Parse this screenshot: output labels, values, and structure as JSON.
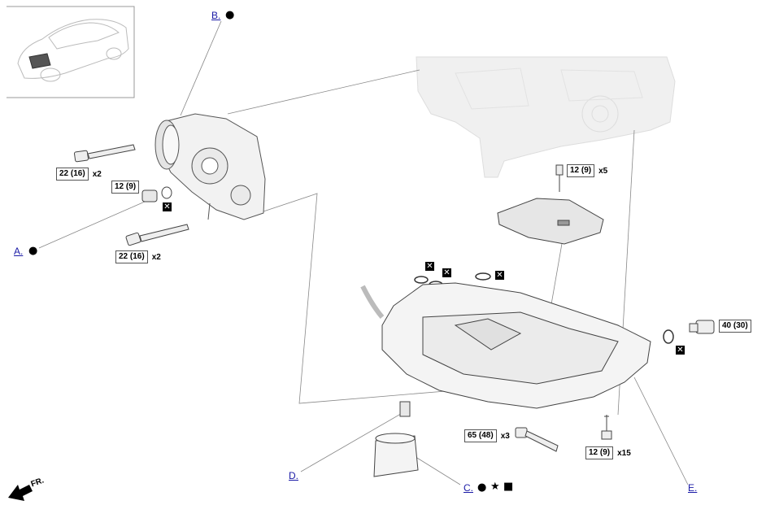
{
  "callouts": {
    "a": "A.",
    "b": "B.",
    "c": "C.",
    "d": "D.",
    "e": "E."
  },
  "torques": {
    "compressor_bolt_upper": {
      "value": "22 (16)",
      "qty": "x2"
    },
    "compressor_plug": {
      "value": "12 (9)"
    },
    "compressor_bolt_lower": {
      "value": "22 (16)",
      "qty": "x2"
    },
    "baffle_bolt": {
      "value": "12 (9)",
      "qty": "x5"
    },
    "drain_plug": {
      "value": "40 (30)"
    },
    "pan_bolt_large": {
      "value": "65 (48)",
      "qty": "x3"
    },
    "pan_bolt_small": {
      "value": "12 (9)",
      "qty": "x15"
    }
  },
  "front_arrow": "FR.",
  "symbols": {
    "dot": "●",
    "star": "★",
    "square": "■",
    "non_reusable": "✕"
  },
  "icons": [
    "vehicle-locator-icon",
    "compressor-icon",
    "engine-block-icon",
    "baffle-plate-icon",
    "oil-pan-icon",
    "oil-filter-icon",
    "drain-plug-icon",
    "o-ring-icon",
    "bolt-icon",
    "front-arrow-icon"
  ]
}
